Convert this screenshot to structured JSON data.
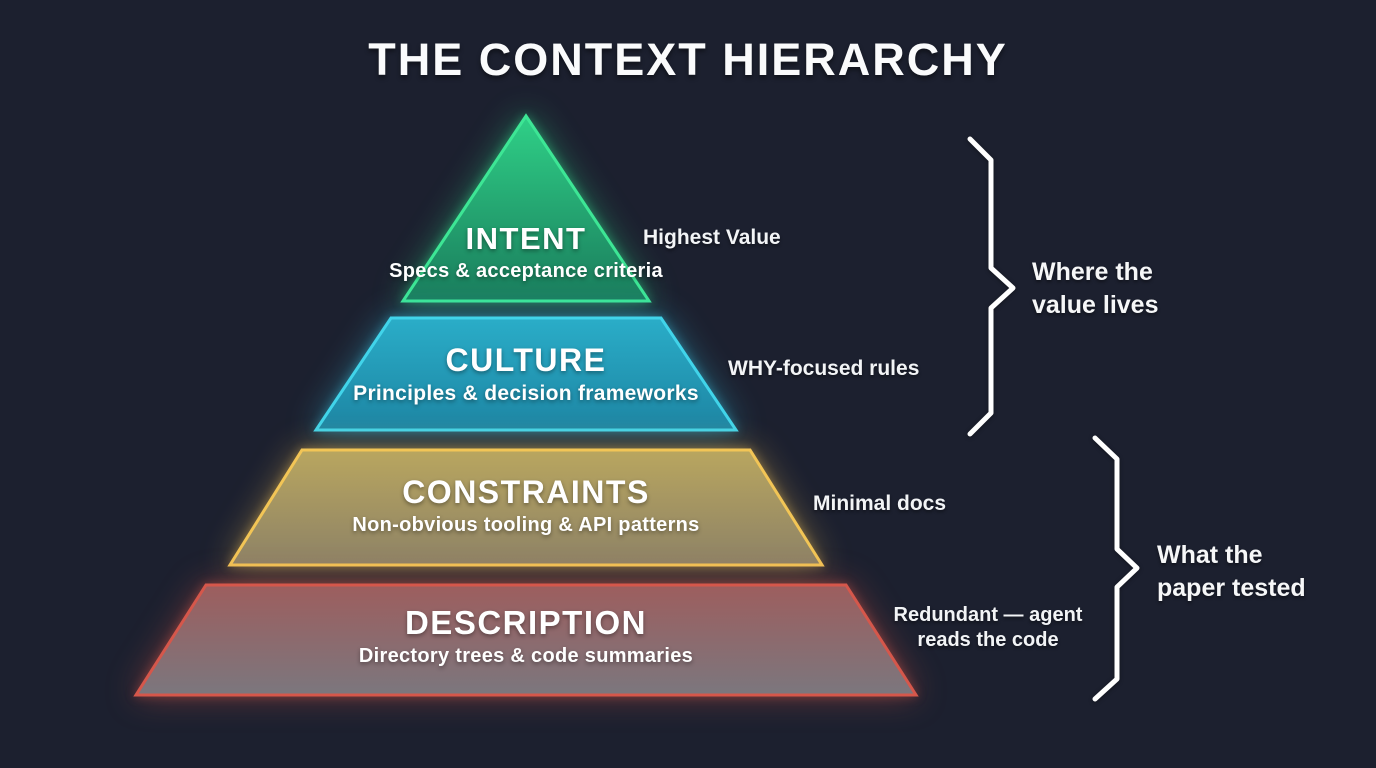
{
  "title": "THE CONTEXT HIERARCHY",
  "colors": {
    "background": "#1c202f",
    "brace": "#ffffff"
  },
  "pyramid": {
    "levels": [
      {
        "name": "intent",
        "label": "INTENT",
        "sublabel": "Specs & acceptance criteria",
        "note": "Highest Value",
        "fill_top": "#2fd087",
        "fill_bottom": "#1a7c5c",
        "border": "#3de695",
        "glow": "rgba(46,208,134,0.45)"
      },
      {
        "name": "culture",
        "label": "CULTURE",
        "sublabel": "Principles & decision frameworks",
        "note": "WHY-focused rules",
        "fill_top": "#2aadc8",
        "fill_bottom": "#1d85a3",
        "border": "#41d4ea",
        "glow": "rgba(54,196,224,0.40)"
      },
      {
        "name": "constraints",
        "label": "CONSTRAINTS",
        "sublabel": "Non-obvious tooling & API patterns",
        "note": "Minimal docs",
        "fill_top": "#b9a65f",
        "fill_bottom": "#8d8266",
        "border": "#f2c556",
        "glow": "rgba(236,188,84,0.40)"
      },
      {
        "name": "description",
        "label": "DESCRIPTION",
        "sublabel": "Directory trees & code summaries",
        "note": "Redundant — agent\nreads the code",
        "fill_top": "#9d5e5e",
        "fill_bottom": "#7b777e",
        "border": "#d5574b",
        "glow": "rgba(214,84,70,0.40)"
      }
    ]
  },
  "braces": [
    {
      "label": "Where the\nvalue lives"
    },
    {
      "label": "What the\npaper tested"
    }
  ]
}
